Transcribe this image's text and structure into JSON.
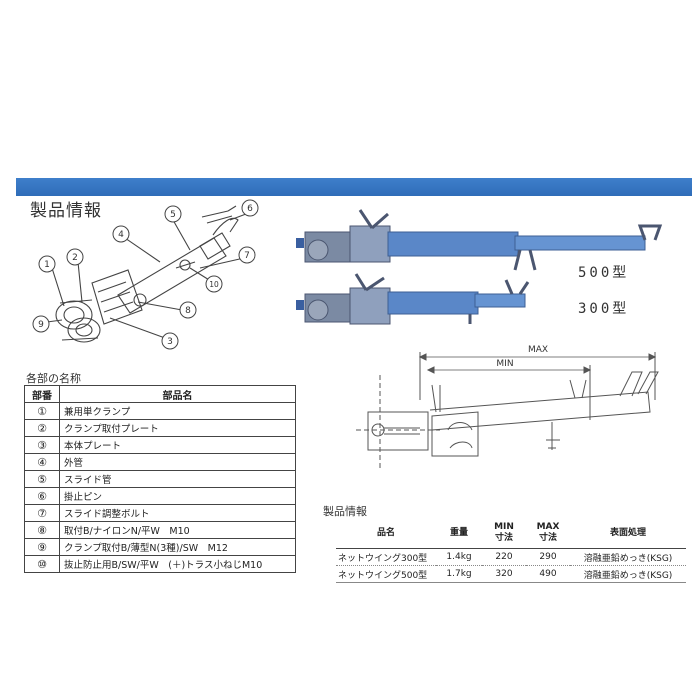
{
  "header": {
    "section_title": "製品情報",
    "band_color": "#3576c2"
  },
  "diagram": {
    "callouts": [
      "1",
      "2",
      "3",
      "4",
      "5",
      "6",
      "7",
      "8",
      "9",
      "10"
    ]
  },
  "photo": {
    "model_500_label": "500型",
    "model_300_label": "300型"
  },
  "dimension_drawing": {
    "max_label": "MAX",
    "min_label": "MIN"
  },
  "parts": {
    "caption": "各部の名称",
    "headers": [
      "部番",
      "部品名"
    ],
    "rows": [
      {
        "num": "①",
        "name": "兼用単クランプ"
      },
      {
        "num": "②",
        "name": "クランプ取付プレート"
      },
      {
        "num": "③",
        "name": "本体プレート"
      },
      {
        "num": "④",
        "name": "外管"
      },
      {
        "num": "⑤",
        "name": "スライド管"
      },
      {
        "num": "⑥",
        "name": "掛止ピン"
      },
      {
        "num": "⑦",
        "name": "スライド調整ボルト"
      },
      {
        "num": "⑧",
        "name": "取付B/ナイロンN/平W　M10"
      },
      {
        "num": "⑨",
        "name": "クランプ取付B/薄型N(3種)/SW　M12"
      },
      {
        "num": "⑩",
        "name": "抜止防止用B/SW/平W　(＋)トラス小ねじM10"
      }
    ]
  },
  "spec": {
    "caption": "製品情報",
    "headers": {
      "name": "品名",
      "weight": "重量",
      "min": "MIN",
      "max": "MAX",
      "dim_unit": "寸法",
      "finish": "表面処理"
    },
    "rows": [
      {
        "name": "ネットウイング300型",
        "weight": "1.4kg",
        "min": "220",
        "max": "290",
        "finish": "溶融亜鉛めっき(KSG)"
      },
      {
        "name": "ネットウイング500型",
        "weight": "1.7kg",
        "min": "320",
        "max": "490",
        "finish": "溶融亜鉛めっき(KSG)"
      }
    ]
  }
}
